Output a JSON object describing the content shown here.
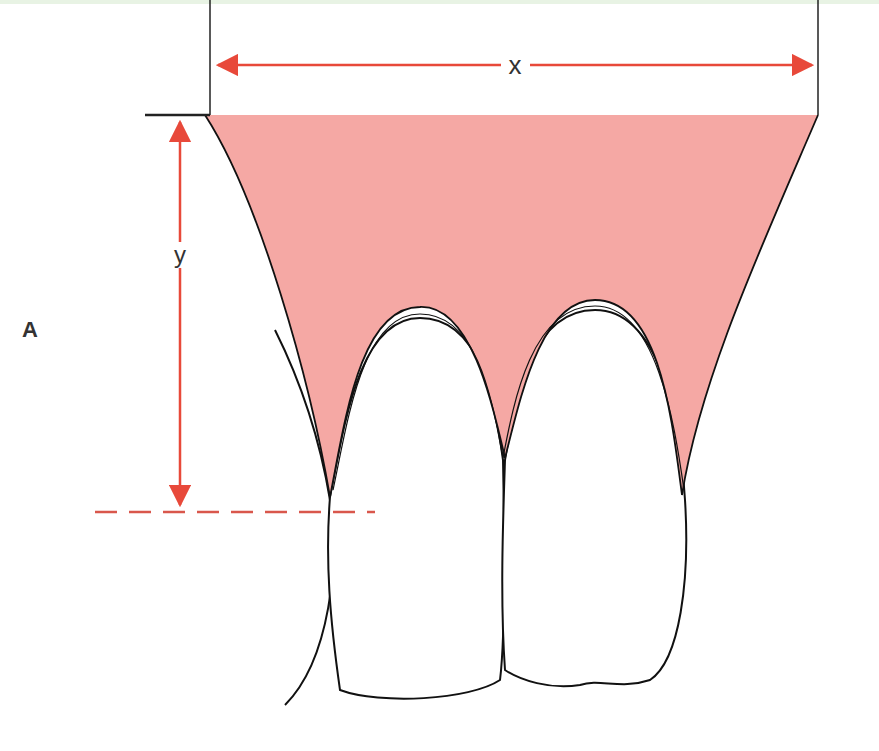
{
  "diagram": {
    "labels": [
      "x",
      "y",
      "A"
    ]
  }
}
